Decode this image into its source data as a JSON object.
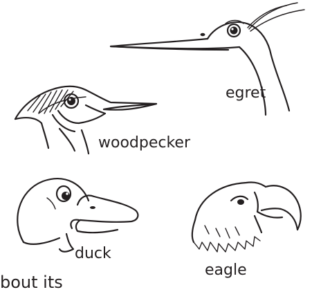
{
  "birds": [
    {
      "id": "egret",
      "label": "egret"
    },
    {
      "id": "woodpecker",
      "label": "woodpecker"
    },
    {
      "id": "duck",
      "label": "duck"
    },
    {
      "id": "eagle",
      "label": "eagle"
    }
  ],
  "cutoff_text": "bout its",
  "colors": {
    "ink": "#231f20",
    "background": "#ffffff"
  }
}
